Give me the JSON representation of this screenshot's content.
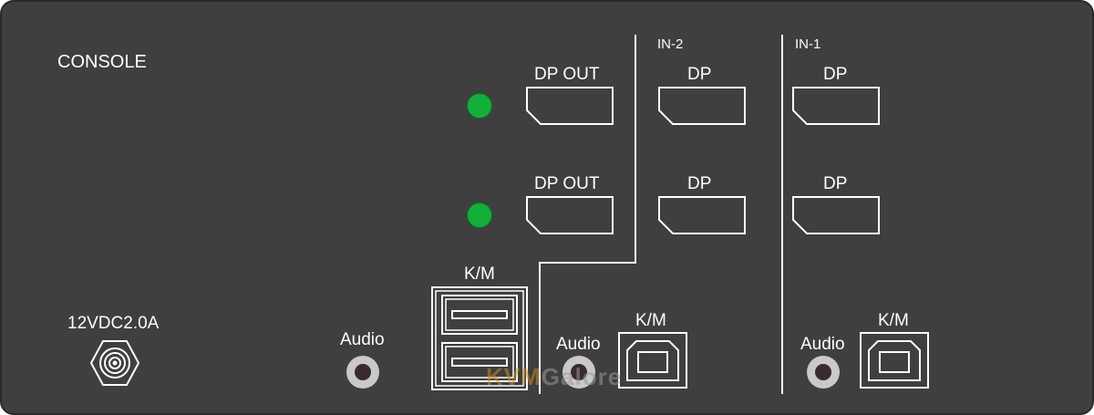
{
  "panel": {
    "console_label": "CONSOLE",
    "in2_label": "IN-2",
    "in1_label": "IN-1",
    "power_label": "12VDC2.0A",
    "led_color": "#12b03a",
    "panel_color": "#3f3f3f",
    "line_color": "#ffffff"
  },
  "console": {
    "dp_out_1": "DP OUT",
    "dp_out_2": "DP OUT",
    "km_label": "K/M",
    "audio_label": "Audio"
  },
  "in2": {
    "dp_1": "DP",
    "dp_2": "DP",
    "km_label": "K/M",
    "audio_label": "Audio"
  },
  "in1": {
    "dp_1": "DP",
    "dp_2": "DP",
    "km_label": "K/M",
    "audio_label": "Audio"
  },
  "watermark": {
    "part1": "KVM",
    "part2": "Galore"
  }
}
